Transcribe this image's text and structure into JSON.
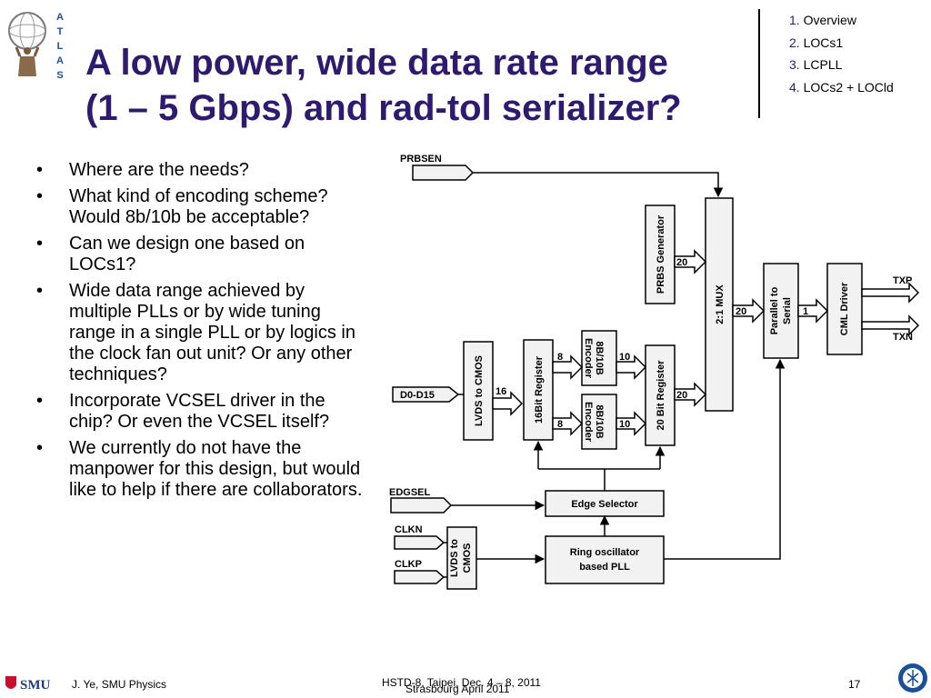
{
  "slide": {
    "title_line1": "A low power, wide data rate range",
    "title_line2": "(1 – 5 Gbps) and rad-tol serializer?",
    "logo_atlas_letters": [
      "A",
      "T",
      "L",
      "A",
      "S"
    ]
  },
  "outline": [
    {
      "num": "1.",
      "label": "Overview"
    },
    {
      "num": "2.",
      "label": "LOCs1"
    },
    {
      "num": "3.",
      "label": "LCPLL"
    },
    {
      "num": "4.",
      "label": "LOCs2 + LOCld"
    }
  ],
  "bullets": [
    "Where are the needs?",
    "What kind of encoding scheme? Would 8b/10b be acceptable?",
    "Can we design one based on LOCs1?",
    "Wide data range achieved by multiple PLLs or by wide tuning range in a single PLL or by logics in the clock fan out unit? Or any other techniques?",
    "Incorporate VCSEL driver in the chip? Or even the VCSEL itself?",
    "We currently do not have the manpower for this design, but would like to help if there are collaborators."
  ],
  "diagram": {
    "prbsen": "PRBSEN",
    "d0_d15": "D0-D15",
    "edgsel": "EDGSEL",
    "clkn": "CLKN",
    "clkp": "CLKP",
    "lvds_cmos": "LVDS to CMOS",
    "lvds_cmos_2a": "LVDS to",
    "lvds_cmos_2b": "CMOS",
    "reg16": "16Bit Register",
    "enc_a": "8B/10B",
    "enc_b": "Encoder",
    "reg20": "20 Bit Register",
    "prbs_gen": "PRBS Generator",
    "mux": "2:1 MUX",
    "p2s_a": "Parallel to",
    "p2s_b": "Serial",
    "cml": "CML Driver",
    "txp": "TXP",
    "txn": "TXN",
    "edge_selector": "Edge Selector",
    "pll_a": "Ring oscillator",
    "pll_b": "based PLL",
    "w16": "16",
    "w8": "8",
    "w10": "10",
    "w20": "20",
    "w1": "1"
  },
  "footer": {
    "smu_logo": "SMU",
    "author": "J. Ye, SMU Physics",
    "event_line1": "HSTD-8, Taipei, Dec. 4 – 8, 2011",
    "event_line2": "Strasbourg April 2011",
    "page": "17"
  },
  "colors": {
    "title": "#2e1a6e",
    "box_fill": "#f2f2f2",
    "smu_red": "#c8102e",
    "atlas_blue": "#1a4f9c"
  }
}
